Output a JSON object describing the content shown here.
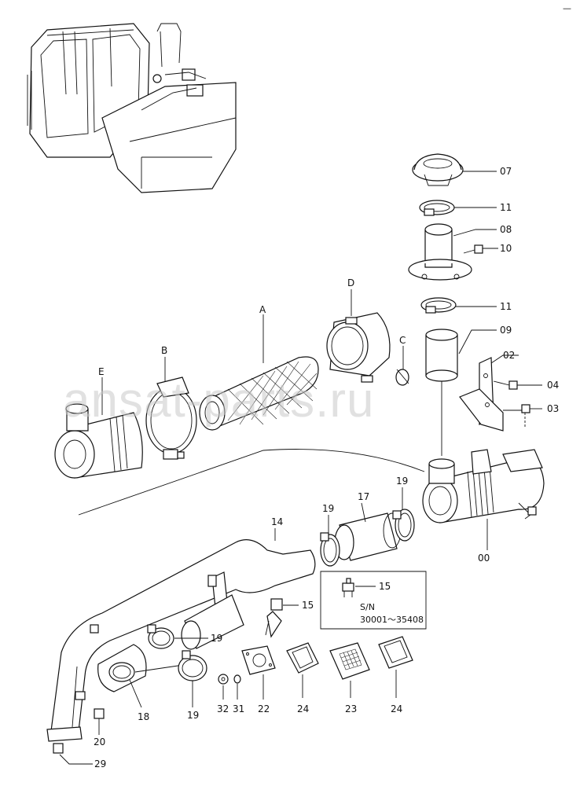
{
  "watermark": "ansat-parts.ru",
  "corner_mark": "—",
  "callouts": {
    "c07": "07",
    "c11a": "11",
    "c08": "08",
    "c10": "10",
    "c11b": "11",
    "c09": "09",
    "c02": "02",
    "c04": "04",
    "c03": "03",
    "c00": "00",
    "cA": "A",
    "cB": "B",
    "cC": "C",
    "cD": "D",
    "cE": "E",
    "c14": "14",
    "c15a": "15",
    "c15b": "15",
    "c17": "17",
    "c19a": "19",
    "c19b": "19",
    "c19c": "19",
    "c19d": "19",
    "c18": "18",
    "c20": "20",
    "c29": "29",
    "c32": "32",
    "c31": "31",
    "c22": "22",
    "c24a": "24",
    "c23": "23",
    "c24b": "24"
  },
  "inset_note": {
    "sn_label": "S/N",
    "sn_range": "30001～35408"
  }
}
